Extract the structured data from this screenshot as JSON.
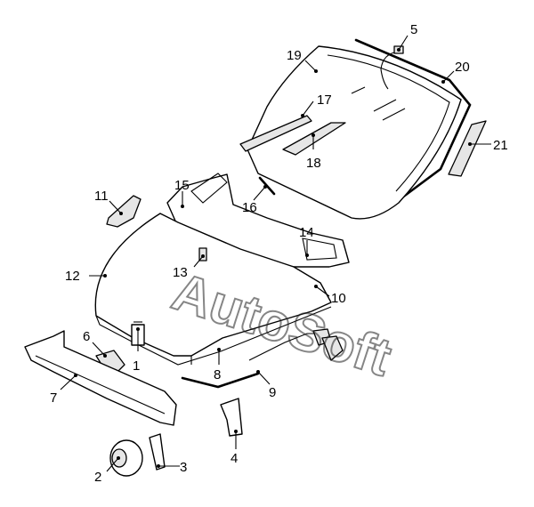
{
  "watermark": "AutoSoft",
  "callouts": [
    {
      "id": "c1",
      "label": "1"
    },
    {
      "id": "c2",
      "label": "2"
    },
    {
      "id": "c3",
      "label": "3"
    },
    {
      "id": "c4",
      "label": "4"
    },
    {
      "id": "c5",
      "label": "5"
    },
    {
      "id": "c6",
      "label": "6"
    },
    {
      "id": "c7",
      "label": "7"
    },
    {
      "id": "c8",
      "label": "8"
    },
    {
      "id": "c9",
      "label": "9"
    },
    {
      "id": "c10",
      "label": "10"
    },
    {
      "id": "c11",
      "label": "11"
    },
    {
      "id": "c12",
      "label": "12"
    },
    {
      "id": "c13",
      "label": "13"
    },
    {
      "id": "c14",
      "label": "14"
    },
    {
      "id": "c15",
      "label": "15"
    },
    {
      "id": "c16",
      "label": "16"
    },
    {
      "id": "c17",
      "label": "17"
    },
    {
      "id": "c18",
      "label": "18"
    },
    {
      "id": "c19",
      "label": "19"
    },
    {
      "id": "c20",
      "label": "20"
    },
    {
      "id": "c21",
      "label": "21"
    }
  ]
}
